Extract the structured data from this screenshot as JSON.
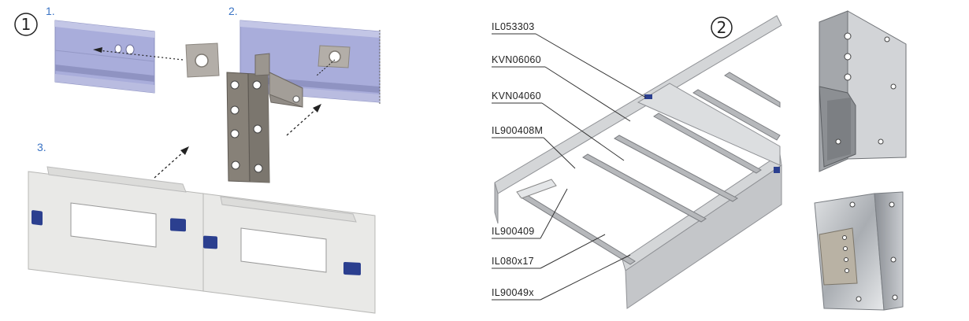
{
  "panel1": {
    "badge": "1",
    "steps": [
      "1.",
      "2.",
      "3."
    ]
  },
  "panel2": {
    "badge": "2",
    "callouts": [
      "IL053303",
      "KVN06060",
      "KVN04060",
      "IL900408M",
      "IL900409",
      "IL080x17",
      "IL90049x"
    ]
  },
  "colors": {
    "rail": "#a7abcf",
    "rail_dark": "#8e92b8",
    "bracket": "#8a8580",
    "panel": "#e6e6e4",
    "clip": "#2b3f8f",
    "step_blue": "#3a73c4",
    "metal": "#c9cbcf"
  }
}
